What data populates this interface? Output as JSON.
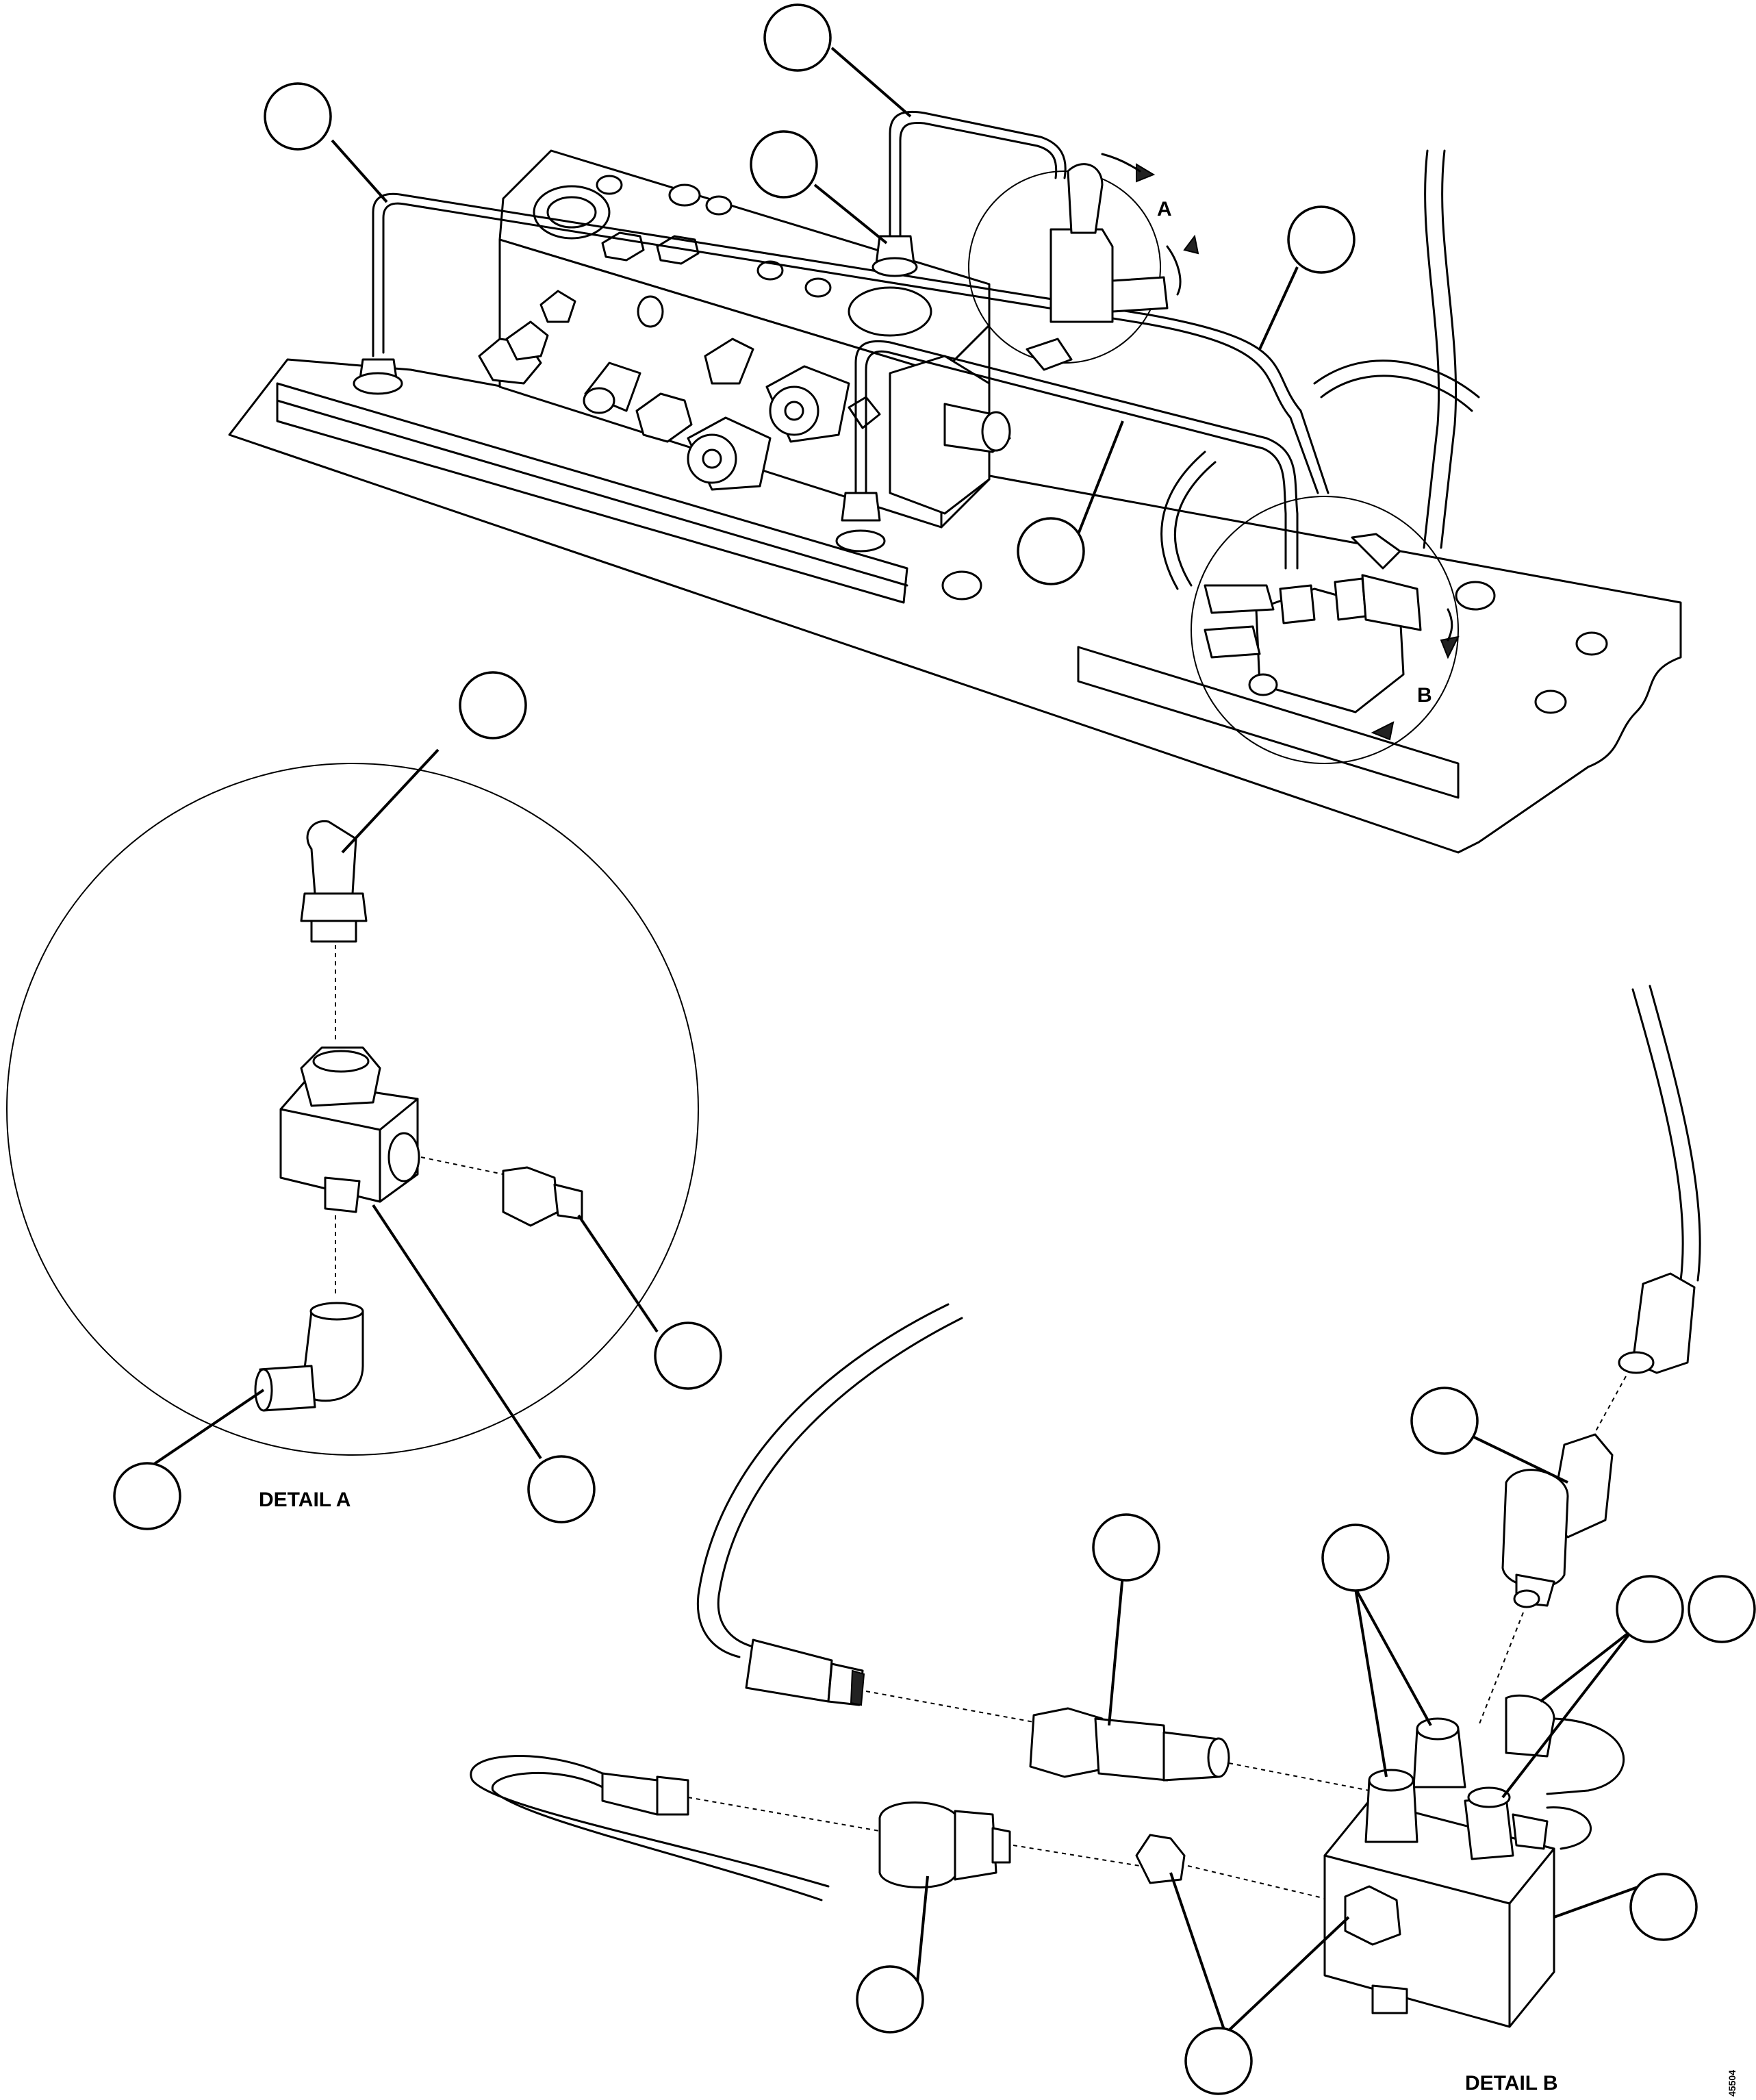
{
  "labels": {
    "detail_a_marker": "A",
    "detail_b_marker": "B",
    "detail_a_title": "DETAIL A",
    "detail_b_title": "DETAIL B",
    "figure_id": "45504"
  }
}
